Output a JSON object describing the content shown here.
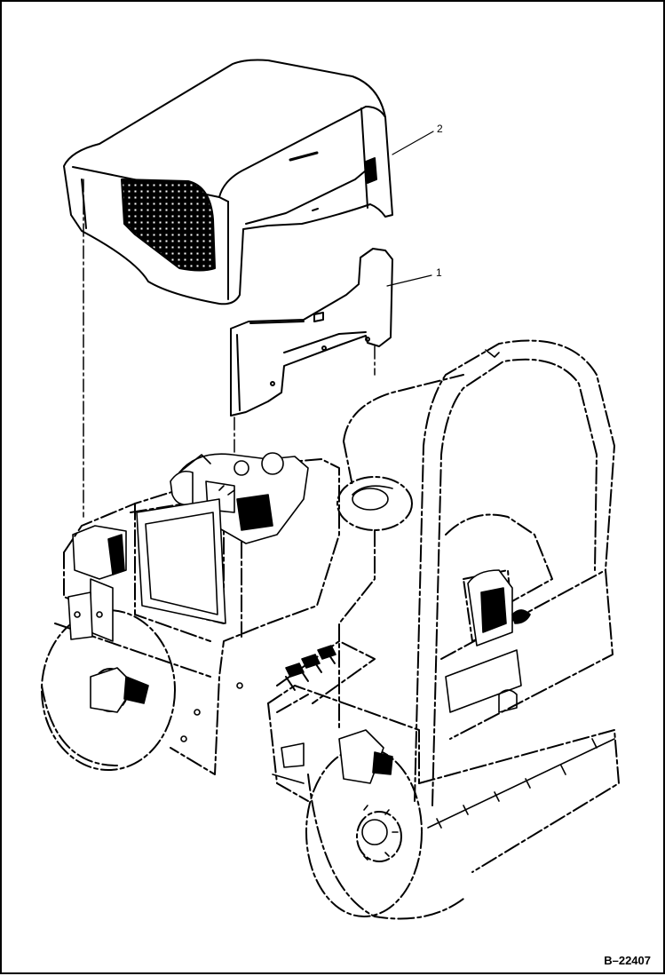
{
  "figure": {
    "id": "B–22407"
  },
  "callouts": [
    {
      "number": "1",
      "part": "engine-side-panel"
    },
    {
      "number": "2",
      "part": "engine-hood"
    }
  ],
  "colors": {
    "ink": "#000000",
    "paper": "#ffffff"
  }
}
